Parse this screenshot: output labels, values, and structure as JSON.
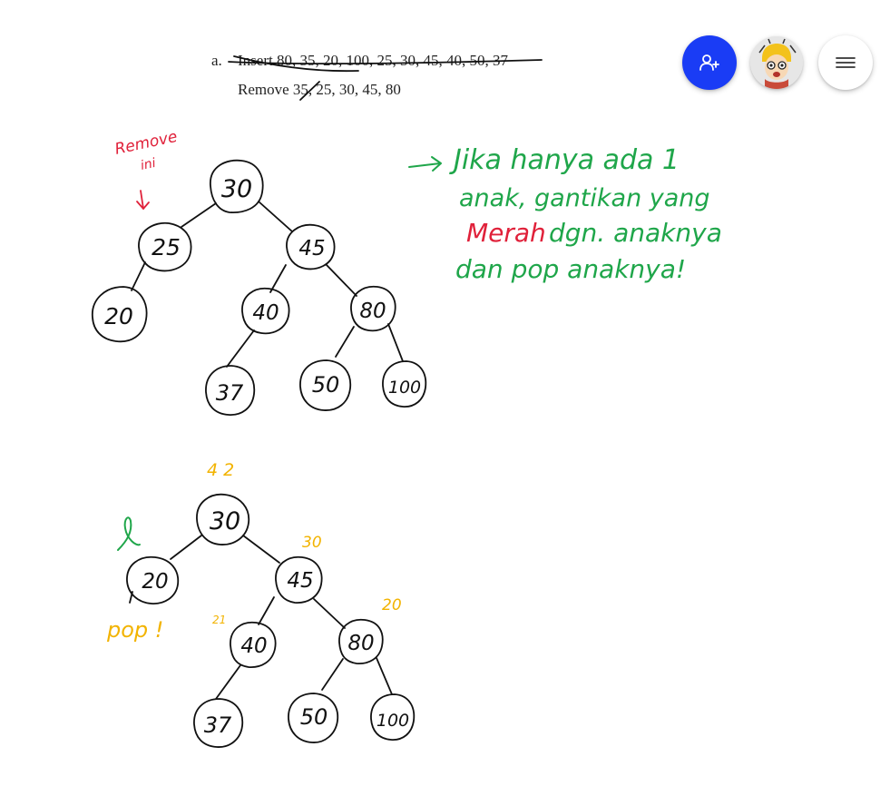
{
  "document": {
    "line_a_prefix": "a.",
    "line_a_struck": "Insert 80, 35, 20, 100, 25, 30, 45, 40, 50, 37",
    "line_b": "Remove 35, 25, 30, 45, 80"
  },
  "tree1": {
    "nodes": [
      "30",
      "25",
      "45",
      "20",
      "40",
      "80",
      "37",
      "50",
      "100"
    ],
    "annotation_remove": "Remove",
    "annotation_ini": "ini"
  },
  "tree2": {
    "nodes": [
      "30",
      "20",
      "45",
      "40",
      "80",
      "37",
      "50",
      "100"
    ],
    "heights_top": "4  2",
    "height_45": "30",
    "height_40": "21",
    "height_80": "20",
    "pop_label": "pop !"
  },
  "note": {
    "line1": "Jika hanya ada 1",
    "line2": "anak, gantikan yang",
    "line3_red": "Merah",
    "line3_rest": "dgn. anaknya",
    "line4": "dan pop anaknya!"
  },
  "toolbar": {
    "share_icon": "add-person-icon",
    "avatar_icon": "user-avatar",
    "menu_icon": "hamburger-menu-icon"
  },
  "colors": {
    "ink": "#111111",
    "red": "#e0213a",
    "green": "#1fa64a",
    "yellow": "#f2b300",
    "accent_blue": "#1a3cf5"
  }
}
